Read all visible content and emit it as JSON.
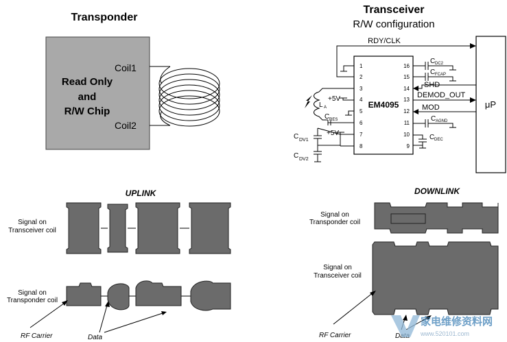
{
  "transponder": {
    "title": "Transponder",
    "chip_line1": "Read Only",
    "chip_line2": "and",
    "chip_line3": "R/W Chip",
    "coil1": "Coil1",
    "coil2": "Coil2"
  },
  "transceiver": {
    "title": "Transceiver",
    "subtitle": "R/W configuration",
    "chip": "EM4095",
    "mcu": "μP",
    "rdy": "RDY/CLK",
    "shd": "SHD",
    "demod": "DEMOD_OUT",
    "mod": "MOD",
    "plus5v": "+5V",
    "la": "L",
    "la_sub": "A",
    "cres": "C",
    "cres_sub": "RES",
    "cdc2": "C",
    "cdc2_sub": "DC2",
    "cfcap": "C",
    "cfcap_sub": "FCAP",
    "cagnd": "C",
    "cagnd_sub": "AGND",
    "cdec": "C",
    "cdec_sub": "DEC",
    "cdv1": "C",
    "cdv1_sub": "DV1",
    "cdv2": "C",
    "cdv2_sub": "DV2",
    "left_pins": [
      "1",
      "2",
      "3",
      "4",
      "5",
      "6",
      "7",
      "8"
    ],
    "right_pins": [
      "16",
      "15",
      "14",
      "13",
      "12",
      "11",
      "10",
      "9"
    ]
  },
  "uplink": {
    "title": "UPLINK",
    "signal_transceiver_1": "Signal on",
    "signal_transceiver_2": "Transceiver coil",
    "signal_transponder_1": "Signal on",
    "signal_transponder_2": "Transponder coil",
    "rf_carrier": "RF Carrier",
    "data": "Data"
  },
  "downlink": {
    "title": "DOWNLINK",
    "signal_transponder_1": "Signal on",
    "signal_transponder_2": "Transponder coil",
    "signal_transceiver_1": "Signal on",
    "signal_transceiver_2": "Transceiver coil",
    "rf_carrier": "RF Carrier",
    "data": "Data"
  },
  "watermark": {
    "text": "家电维修资料网",
    "url": "www.520101.com"
  }
}
